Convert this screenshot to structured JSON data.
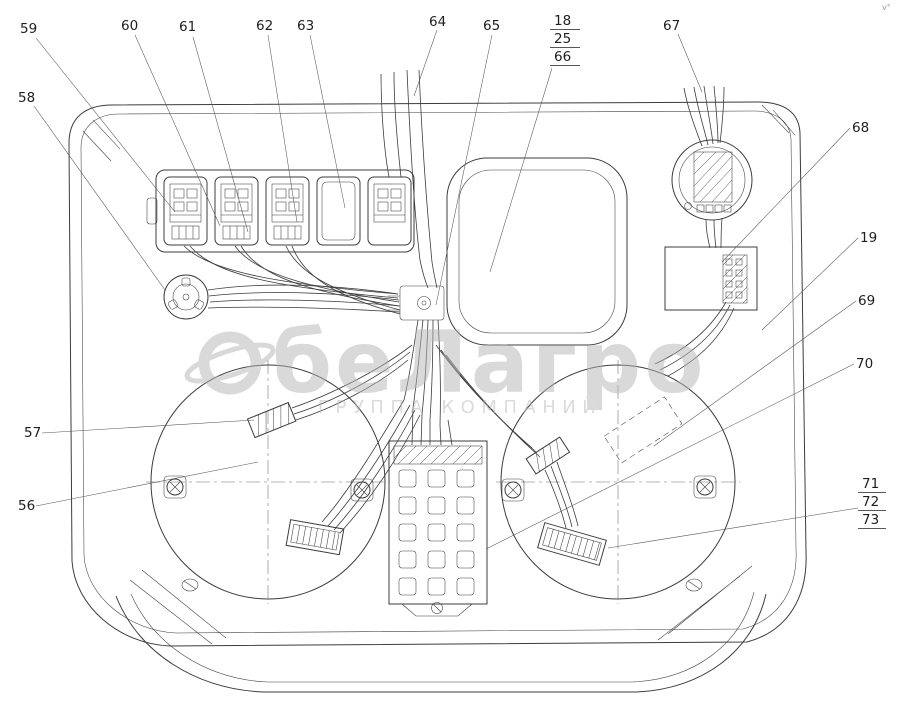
{
  "watermark": {
    "brand": "беЛагро",
    "subtitle": "ГРУППА КОМПАНИЙ"
  },
  "corner_mark": "v°",
  "callouts": {
    "n18": "18",
    "n19": "19",
    "n25": "25",
    "n56": "56",
    "n57": "57",
    "n58": "58",
    "n59": "59",
    "n60": "60",
    "n61": "61",
    "n62": "62",
    "n63": "63",
    "n64": "64",
    "n65": "65",
    "n66": "66",
    "n67": "67",
    "n68": "68",
    "n69": "69",
    "n70": "70",
    "n71": "71",
    "n72": "72",
    "n73": "73"
  },
  "colors": {
    "line": "#3c3c3c",
    "label": "#1e1e1e",
    "watermark": "#b5b5b5",
    "background": "#ffffff"
  }
}
